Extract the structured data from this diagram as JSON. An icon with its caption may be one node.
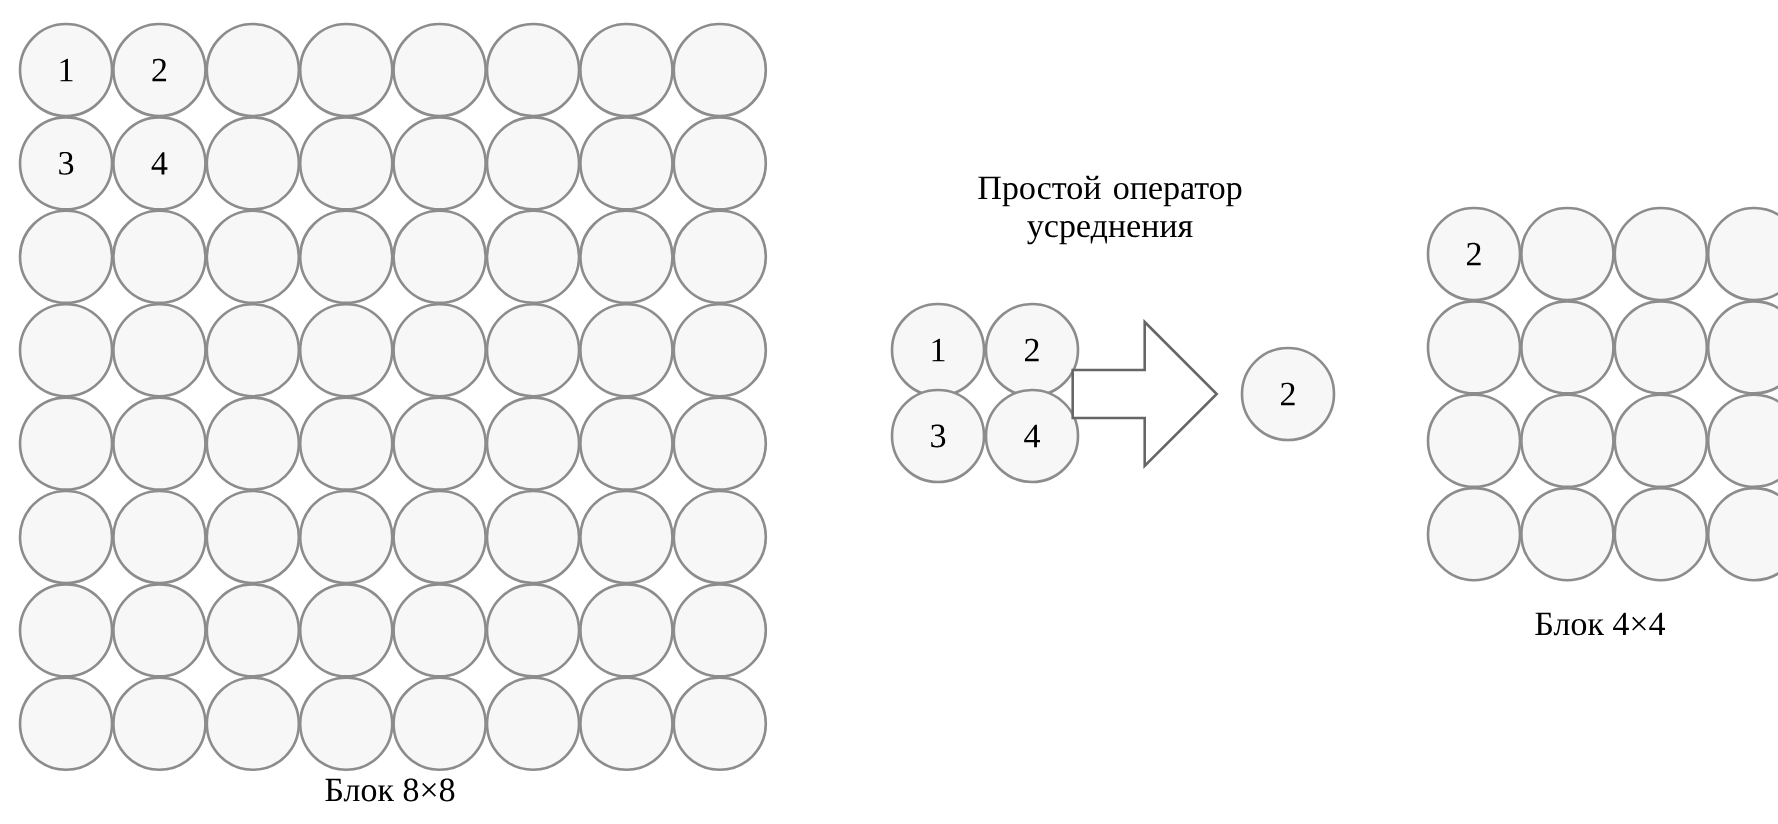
{
  "diagram": {
    "nodes": [
      {
        "text": [
          "1"
        ]
      },
      {
        "text": [
          "2"
        ]
      },
      {
        "text": [],
        "shape": "circle"
      },
      {
        "text": [],
        "shape": "circle"
      },
      {
        "text": [],
        "shape": "circle"
      },
      {
        "text": [],
        "shape": "circle"
      },
      {
        "text": [],
        "shape": "circle"
      },
      {
        "text": [],
        "shape": "circle"
      },
      {
        "text": [
          "3"
        ]
      },
      {
        "text": [
          "4"
        ]
      },
      {
        "text": [],
        "shape": "circle"
      },
      {
        "text": [],
        "shape": "circle"
      },
      {
        "text": [],
        "shape": "circle"
      },
      {
        "text": [],
        "shape": "circle"
      },
      {
        "text": [],
        "shape": "circle"
      },
      {
        "text": [],
        "shape": "circle"
      },
      {
        "text": [],
        "shape": "circle"
      },
      {
        "text": [],
        "shape": "circle"
      },
      {
        "text": [],
        "shape": "circle"
      },
      {
        "text": [],
        "shape": "circle"
      },
      {
        "text": [],
        "shape": "circle"
      },
      {
        "text": [],
        "shape": "circle"
      },
      {
        "text": [],
        "shape": "circle"
      },
      {
        "text": [],
        "shape": "circle"
      },
      {
        "text": [],
        "shape": "circle"
      },
      {
        "text": [],
        "shape": "circle"
      },
      {
        "text": [],
        "shape": "circle"
      },
      {
        "text": [],
        "shape": "circle"
      },
      {
        "text": [],
        "shape": "circle"
      },
      {
        "text": [],
        "shape": "circle"
      },
      {
        "text": [],
        "shape": "circle"
      },
      {
        "text": [],
        "shape": "circle"
      },
      {
        "text": [],
        "shape": "circle"
      },
      {
        "text": [],
        "shape": "circle"
      },
      {
        "text": [],
        "shape": "circle"
      },
      {
        "text": [],
        "shape": "circle"
      },
      {
        "text": [],
        "shape": "circle"
      },
      {
        "text": [],
        "shape": "circle"
      },
      {
        "text": [],
        "shape": "circle"
      },
      {
        "text": [],
        "shape": "circle"
      },
      {
        "text": [],
        "shape": "circle"
      },
      {
        "text": [],
        "shape": "circle"
      },
      {
        "text": [],
        "shape": "circle"
      },
      {
        "text": [],
        "shape": "circle"
      },
      {
        "text": [],
        "shape": "circle"
      },
      {
        "text": [],
        "shape": "circle"
      },
      {
        "text": [],
        "shape": "circle"
      },
      {
        "text": [],
        "shape": "circle"
      },
      {
        "text": [],
        "shape": "circle"
      },
      {
        "text": [],
        "shape": "circle"
      },
      {
        "text": [],
        "shape": "circle"
      },
      {
        "text": [],
        "shape": "circle"
      },
      {
        "text": [],
        "shape": "circle"
      },
      {
        "text": [],
        "shape": "circle"
      },
      {
        "text": [],
        "shape": "circle"
      },
      {
        "text": [],
        "shape": "circle"
      },
      {
        "text": [],
        "shape": "circle"
      },
      {
        "text": [],
        "shape": "circle"
      },
      {
        "text": [],
        "shape": "circle"
      },
      {
        "text": [],
        "shape": "circle"
      },
      {
        "text": [],
        "shape": "circle"
      },
      {
        "text": [],
        "shape": "circle"
      },
      {
        "text": [],
        "shape": "circle"
      },
      {
        "text": [],
        "shape": "circle"
      },
      {
        "text": [
          "1"
        ]
      },
      {
        "text": [
          "2"
        ]
      },
      {
        "text": [
          "3"
        ]
      },
      {
        "text": [
          "4"
        ]
      },
      {
        "text": [
          "2"
        ]
      },
      {
        "text": [
          "2"
        ]
      },
      {
        "text": [],
        "shape": "circle"
      },
      {
        "text": [],
        "shape": "circle"
      },
      {
        "text": [],
        "shape": "circle"
      },
      {
        "text": [],
        "shape": "circle"
      },
      {
        "text": [],
        "shape": "circle"
      },
      {
        "text": [],
        "shape": "circle"
      },
      {
        "text": [],
        "shape": "circle"
      },
      {
        "text": [],
        "shape": "circle"
      },
      {
        "text": [],
        "shape": "circle"
      },
      {
        "text": [],
        "shape": "circle"
      },
      {
        "text": [],
        "shape": "circle"
      },
      {
        "text": [],
        "shape": "circle"
      },
      {
        "text": [],
        "shape": "circle"
      },
      {
        "text": [],
        "shape": "circle"
      },
      {
        "text": [],
        "shape": "circle"
      }
    ],
    "edges": [
      {
        "from": null,
        "to": 68,
        "arrow": "to"
      }
    ],
    "labels": [
      "Блок 8×8",
      "Простой оператор усреднения",
      "Блок 4×4"
    ]
  }
}
